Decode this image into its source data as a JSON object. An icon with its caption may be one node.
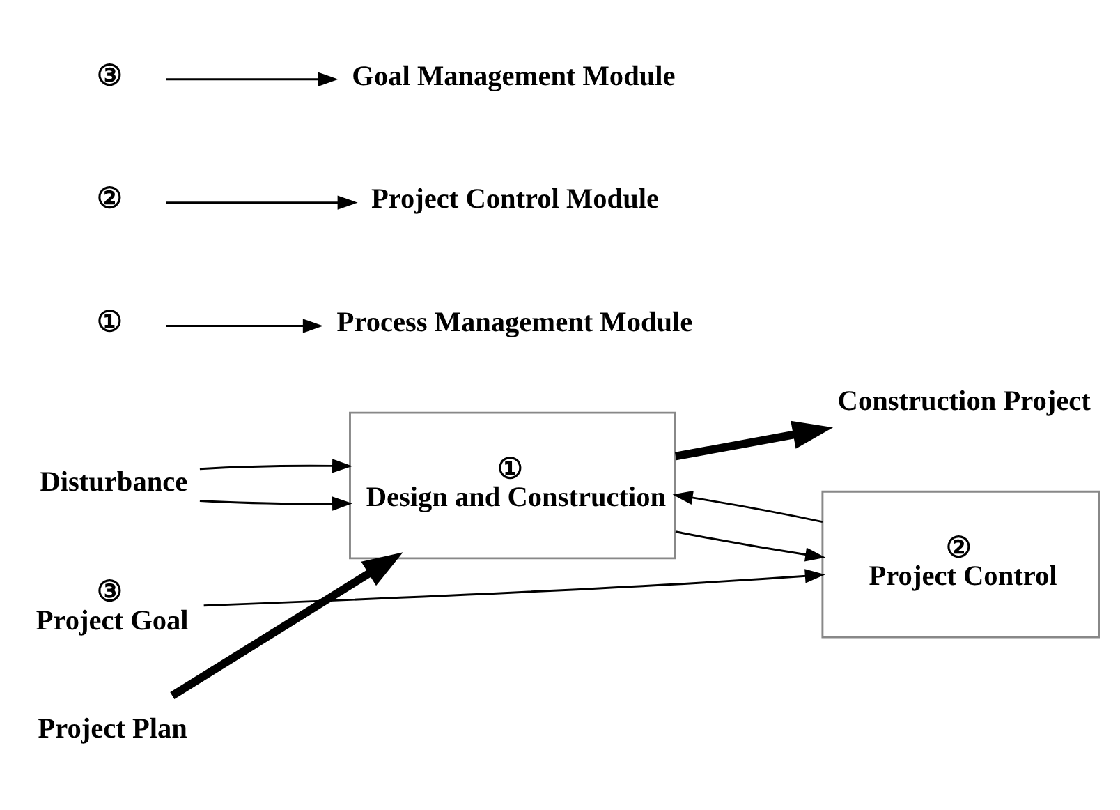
{
  "diagram": {
    "nodes": [
      {
        "text": [
          "Disturbance"
        ]
      },
      {
        "text": [
          "Project Plan"
        ]
      },
      {
        "text": [
          "①",
          "Design and Construction"
        ]
      },
      {
        "text": [
          "Construction Project"
        ]
      },
      {
        "text": [
          "②",
          "Project Control"
        ]
      },
      {
        "text": [
          "③",
          "Project Goal"
        ]
      },
      {
        "text": [
          "①"
        ]
      },
      {
        "text": [
          "Process Management Module"
        ]
      },
      {
        "text": [
          "②"
        ]
      },
      {
        "text": [
          "Project Control Module"
        ]
      },
      {
        "text": [
          "③"
        ]
      },
      {
        "text": [
          "Goal Management Module"
        ]
      }
    ],
    "edges": [
      {
        "from": 0,
        "to": 2,
        "arrow": "to"
      },
      {
        "from": 0,
        "to": 2,
        "arrow": "to"
      },
      {
        "from": 1,
        "to": 2,
        "arrow": "to",
        "style": "thick"
      },
      {
        "from": 2,
        "to": 3,
        "arrow": "to",
        "style": "thick"
      },
      {
        "from": 2,
        "to": 4,
        "arrow": "to"
      },
      {
        "from": 4,
        "to": 2,
        "arrow": "to"
      },
      {
        "from": 5,
        "to": 4,
        "arrow": "to"
      },
      {
        "from": 6,
        "to": 7,
        "arrow": "to"
      },
      {
        "from": 8,
        "to": 9,
        "arrow": "to"
      },
      {
        "from": 10,
        "to": 11,
        "arrow": "to"
      }
    ]
  }
}
